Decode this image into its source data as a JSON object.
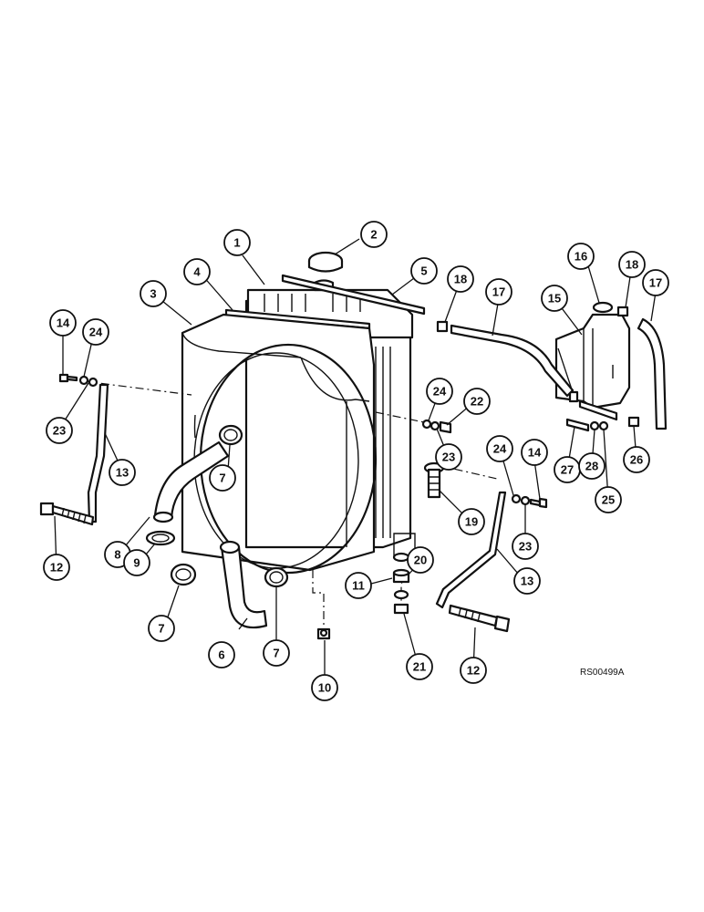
{
  "drawing_ref": "RS00499A",
  "callouts": [
    {
      "id": "c1",
      "label": "1"
    },
    {
      "id": "c2",
      "label": "2"
    },
    {
      "id": "c3",
      "label": "3"
    },
    {
      "id": "c4",
      "label": "4"
    },
    {
      "id": "c5",
      "label": "5"
    },
    {
      "id": "c6",
      "label": "6"
    },
    {
      "id": "c7a",
      "label": "7"
    },
    {
      "id": "c7b",
      "label": "7"
    },
    {
      "id": "c7c",
      "label": "7"
    },
    {
      "id": "c8",
      "label": "8"
    },
    {
      "id": "c9",
      "label": "9"
    },
    {
      "id": "c10",
      "label": "10"
    },
    {
      "id": "c11",
      "label": "11"
    },
    {
      "id": "c12a",
      "label": "12"
    },
    {
      "id": "c12b",
      "label": "12"
    },
    {
      "id": "c13a",
      "label": "13"
    },
    {
      "id": "c13b",
      "label": "13"
    },
    {
      "id": "c14a",
      "label": "14"
    },
    {
      "id": "c14b",
      "label": "14"
    },
    {
      "id": "c15",
      "label": "15"
    },
    {
      "id": "c16",
      "label": "16"
    },
    {
      "id": "c17a",
      "label": "17"
    },
    {
      "id": "c17b",
      "label": "17"
    },
    {
      "id": "c18a",
      "label": "18"
    },
    {
      "id": "c18b",
      "label": "18"
    },
    {
      "id": "c19",
      "label": "19"
    },
    {
      "id": "c20",
      "label": "20"
    },
    {
      "id": "c21",
      "label": "21"
    },
    {
      "id": "c22",
      "label": "22"
    },
    {
      "id": "c23a",
      "label": "23"
    },
    {
      "id": "c23b",
      "label": "23"
    },
    {
      "id": "c23c",
      "label": "23"
    },
    {
      "id": "c24a",
      "label": "24"
    },
    {
      "id": "c24b",
      "label": "24"
    },
    {
      "id": "c24c",
      "label": "24"
    },
    {
      "id": "c25",
      "label": "25"
    },
    {
      "id": "c26",
      "label": "26"
    },
    {
      "id": "c27",
      "label": "27"
    },
    {
      "id": "c28",
      "label": "28"
    }
  ]
}
